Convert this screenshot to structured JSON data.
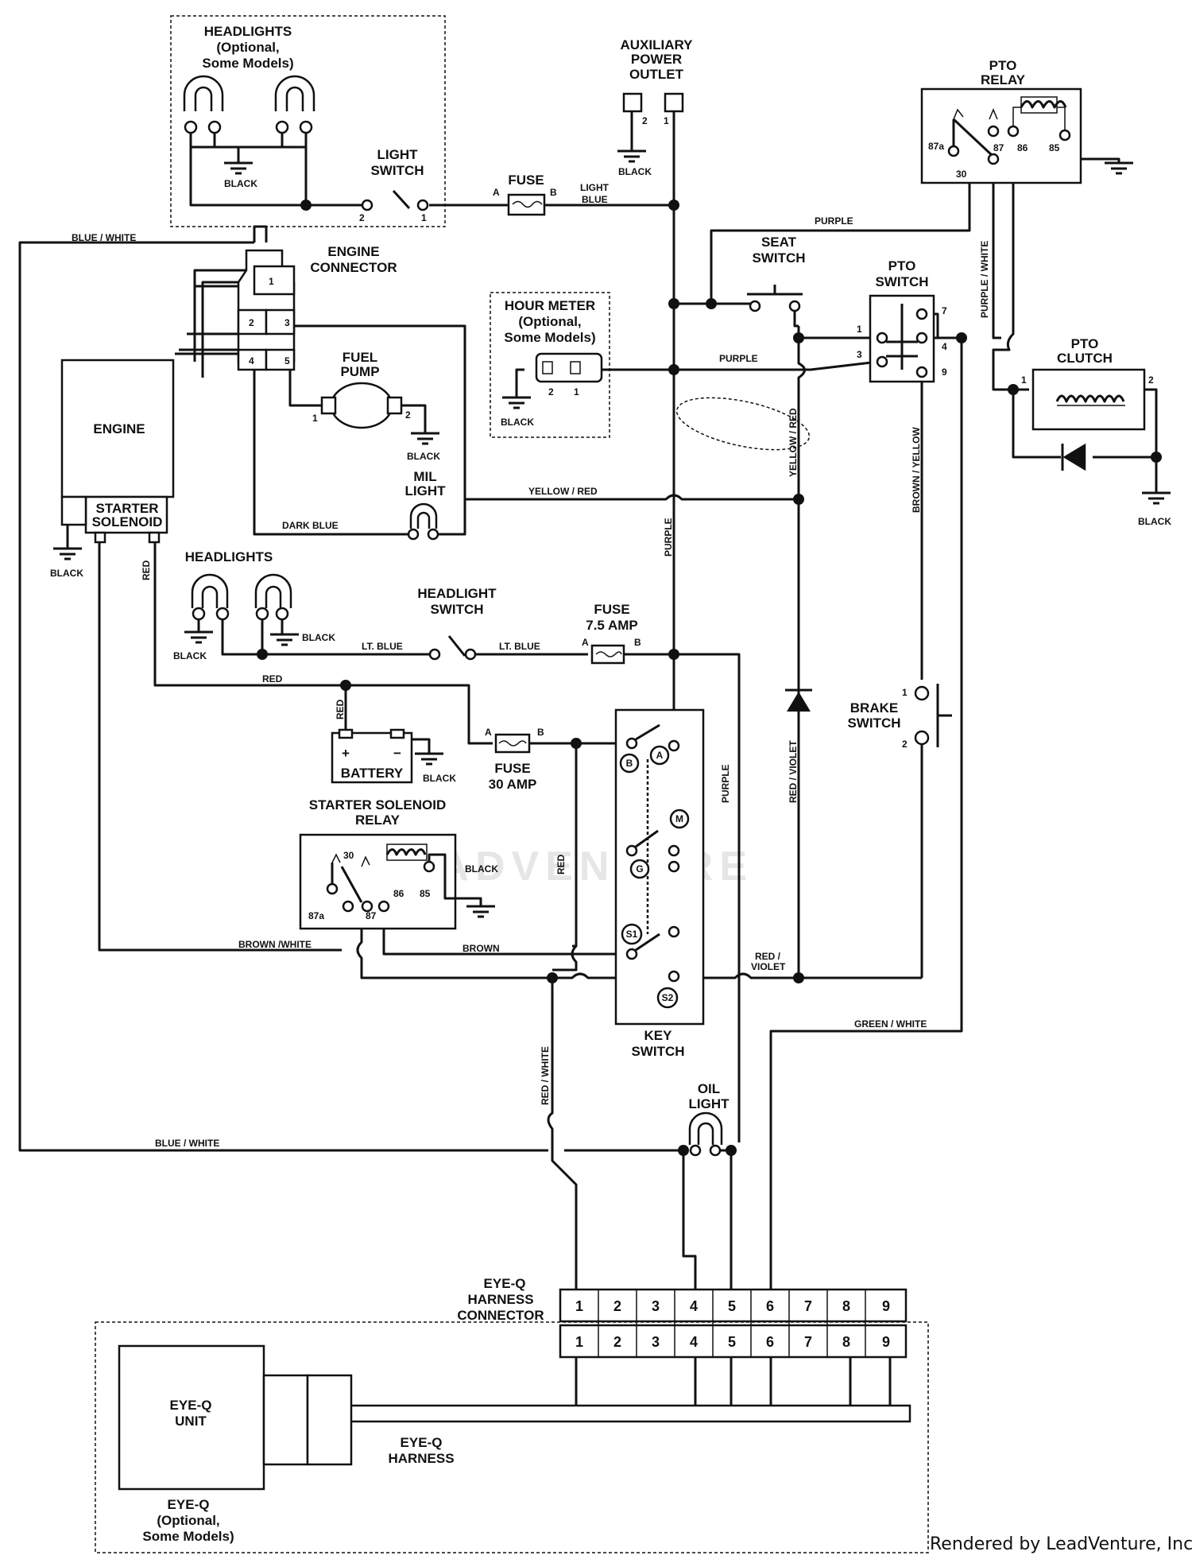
{
  "credit": "Rendered by LeadVenture, Inc.",
  "watermark": "LEADVENTURE",
  "components": {
    "headlights_top": [
      "HEADLIGHTS",
      "(Optional,",
      "Some Models)"
    ],
    "light_switch": [
      "LIGHT",
      "SWITCH"
    ],
    "fuse_top": "FUSE",
    "aux_outlet": [
      "AUXILIARY",
      "POWER",
      "OUTLET"
    ],
    "pto_relay": [
      "PTO",
      "RELAY"
    ],
    "engine_connector": [
      "ENGINE",
      "CONNECTOR"
    ],
    "engine": "ENGINE",
    "starter_solenoid": [
      "STARTER",
      "SOLENOID"
    ],
    "fuel_pump": [
      "FUEL",
      "PUMP"
    ],
    "mil_light": [
      "MIL",
      "LIGHT"
    ],
    "hour_meter": [
      "HOUR METER",
      "(Optional,",
      "Some Models)"
    ],
    "seat_switch": [
      "SEAT",
      "SWITCH"
    ],
    "pto_switch": [
      "PTO",
      "SWITCH"
    ],
    "pto_clutch": [
      "PTO",
      "CLUTCH"
    ],
    "headlights_mid": "HEADLIGHTS",
    "headlight_switch": [
      "HEADLIGHT",
      "SWITCH"
    ],
    "fuse_75": [
      "FUSE",
      "7.5 AMP"
    ],
    "battery": "BATTERY",
    "fuse_30": [
      "FUSE",
      "30 AMP"
    ],
    "brake_switch": [
      "BRAKE",
      "SWITCH"
    ],
    "starter_relay": [
      "STARTER SOLENOID",
      "RELAY"
    ],
    "key_switch": [
      "KEY",
      "SWITCH"
    ],
    "oil_light": [
      "OIL",
      "LIGHT"
    ],
    "eyeq_connector": [
      "EYE-Q",
      "HARNESS",
      "CONNECTOR"
    ],
    "eyeq_unit": [
      "EYE-Q",
      "UNIT"
    ],
    "eyeq_harness": [
      "EYE-Q",
      "HARNESS"
    ],
    "eyeq": [
      "EYE-Q",
      "(Optional,",
      "Some Models)"
    ]
  },
  "wire_labels": {
    "black": "BLACK",
    "light_blue": [
      "LIGHT",
      "BLUE"
    ],
    "lt_blue": "LT. BLUE",
    "blue_white": "BLUE / WHITE",
    "purple": "PURPLE",
    "purple_white": "PURPLE / WHITE",
    "yellow_red": "YELLOW / RED",
    "yellow_red_v": "YELLOW / RED",
    "brown_yellow": "BROWN / YELLOW",
    "dark_blue": "DARK BLUE",
    "red": "RED",
    "red_violet": "RED / VIOLET",
    "red_violet_h": [
      "RED /",
      "VIOLET"
    ],
    "brown_white": "BROWN /WHITE",
    "brown": "BROWN",
    "green_white": "GREEN / WHITE",
    "red_white": "RED / WHITE"
  },
  "pins": {
    "a": "A",
    "b": "B",
    "p1": "1",
    "p2": "2",
    "p3": "3",
    "p4": "4",
    "p5": "5",
    "p7": "7",
    "p9": "9",
    "r87a": "87a",
    "r30": "30",
    "r87": "87",
    "r86": "86",
    "r85": "85",
    "plus": "+",
    "minus": "−"
  },
  "key_positions": [
    "A",
    "B",
    "M",
    "G",
    "S1",
    "S2"
  ],
  "eyeq_pins": [
    "1",
    "2",
    "3",
    "4",
    "5",
    "6",
    "7",
    "8",
    "9"
  ]
}
